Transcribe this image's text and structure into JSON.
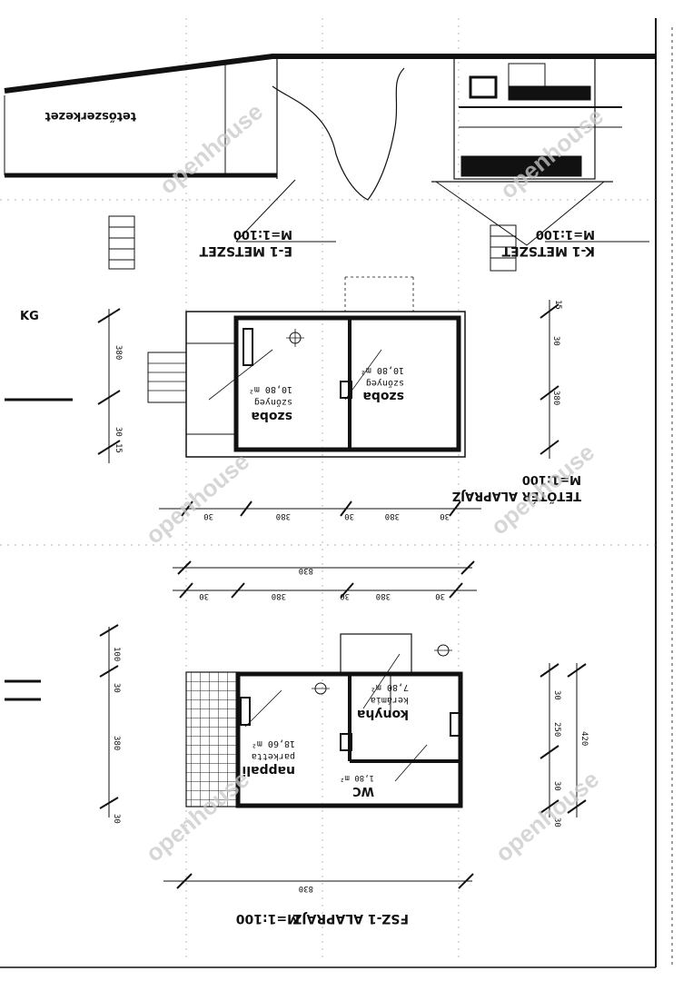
{
  "sheet": {
    "watermark": "openhouse",
    "labels": {
      "elev_a_title": "K-1 METSZET",
      "elev_a_scale": "M=1:100",
      "elev_b_title": "E-1 METSZET",
      "elev_b_scale": "M=1:100",
      "elev_note": "tetőszerkezet",
      "upper_title": "TETŐTÉR ALAPRAJZ",
      "upper_scale": "M=1:100",
      "ground_title": "FSZ-1 ALAPRAJZ",
      "ground_scale": "M=1:100",
      "left_tag": "KG"
    },
    "upper_rooms": [
      {
        "name": "szoba",
        "sub": "szőnyeg",
        "area": "10,80 m²"
      },
      {
        "name": "szoba",
        "sub": "szőnyeg",
        "area": "10,80 m²"
      }
    ],
    "ground_rooms": [
      {
        "name": "nappali",
        "sub": "parketta",
        "area": "18,60 m²"
      },
      {
        "name": "konyha",
        "sub": "kerámia",
        "area": "7,80 m²"
      },
      {
        "name": "WC",
        "sub": "",
        "area": "1,80 m²"
      }
    ],
    "dims": {
      "upper_v": [
        "15",
        "30",
        "380",
        "30",
        "15"
      ],
      "upper_h": [
        "30",
        "380",
        "30",
        "380",
        "30"
      ],
      "ground_h": [
        "30",
        "380",
        "30",
        "380",
        "30"
      ],
      "ground_total": "830",
      "ground_v": [
        "100",
        "30",
        "380",
        "30"
      ],
      "ground_v_r": [
        "30",
        "250",
        "30",
        "30",
        "420"
      ]
    }
  }
}
